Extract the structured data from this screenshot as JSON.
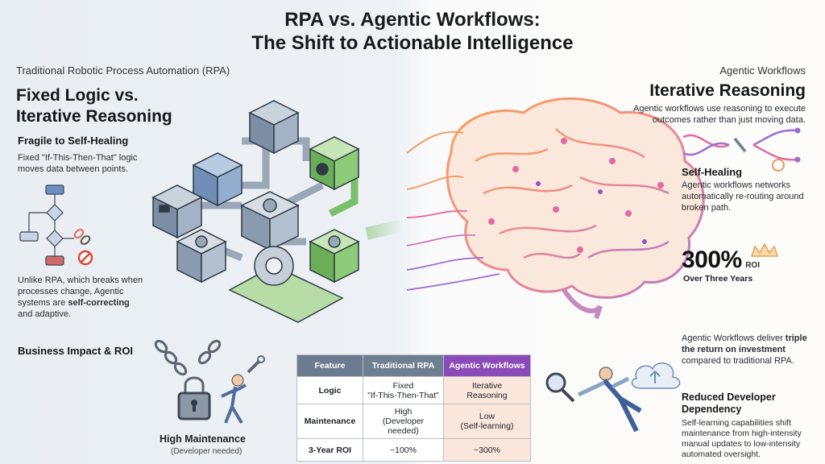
{
  "title_line1": "RPA vs. Agentic Workflows:",
  "title_line2": "The Shift to Actionable Intelligence",
  "left": {
    "section_label": "Traditional Robotic Process Automation (RPA)",
    "heading_line1": "Fixed Logic vs.",
    "heading_line2": "Iterative Reasoning",
    "sub_heading": "Fragile to Self-Healing",
    "desc_line1": "Fixed \"If-This-Then-That\" logic",
    "desc_line2": "moves data between points.",
    "unlike_line1": "Unlike RPA, which breaks when",
    "unlike_line2": "processes change, Agentic",
    "unlike_line3a": "systems are ",
    "unlike_line3b": "self-correcting",
    "unlike_line4": "and adaptive.",
    "impact_heading": "Business Impact & ROI",
    "high_maint": "High Maintenance",
    "high_maint_sub": "(Developer needed)"
  },
  "right": {
    "section_label": "Agentic Workflows",
    "heading": "Iterative Reasoning",
    "desc_line1": "Agentic workflows use reasoning to execute",
    "desc_line2": "outcomes rather than just moving data.",
    "self_heal_heading": "Self-Healing",
    "self_heal_line1": "Agentic workflows networks",
    "self_heal_line2": "automatically re-routing around",
    "self_heal_line3": "broken path.",
    "roi_value": "300%",
    "roi_suffix": "ROI",
    "roi_sub": "Over Three Years",
    "deliver_line1a": "Agentic Workflows deliver ",
    "deliver_line1b": "triple",
    "deliver_line2": "the return on investment",
    "deliver_line3": "compared to traditional RPA.",
    "reduced_line1": "Reduced Developer",
    "reduced_line2": "Dependency",
    "reduced_body1": "Self-learning capabilities shift",
    "reduced_body2": "maintenance from high-intensity",
    "reduced_body3": "manual updates to low-intensity",
    "reduced_body4": "automated oversight."
  },
  "table": {
    "headers": [
      "Feature",
      "Traditional RPA",
      "Agentic Workflows"
    ],
    "rows": [
      {
        "feature": "Logic",
        "rpa_1": "Fixed",
        "rpa_2": "\"If-This-Then-That\"",
        "agt_1": "Iterative",
        "agt_2": "Reasoning"
      },
      {
        "feature": "Maintenance",
        "rpa_1": "High",
        "rpa_2": "(Developer needed)",
        "agt_1": "Low",
        "agt_2": "(Self-learning)"
      },
      {
        "feature": "3-Year ROI",
        "rpa_1": "~100%",
        "rpa_2": "",
        "agt_1": "~300%",
        "agt_2": ""
      }
    ]
  },
  "colors": {
    "agentic_purple": "#8a4bb8",
    "rpa_slate": "#6f7f92",
    "brain_orange": "#f0955a",
    "brain_pink": "#e26aa0",
    "cube_green": "#7bbf6a",
    "cube_blue": "#8ea9c9"
  }
}
